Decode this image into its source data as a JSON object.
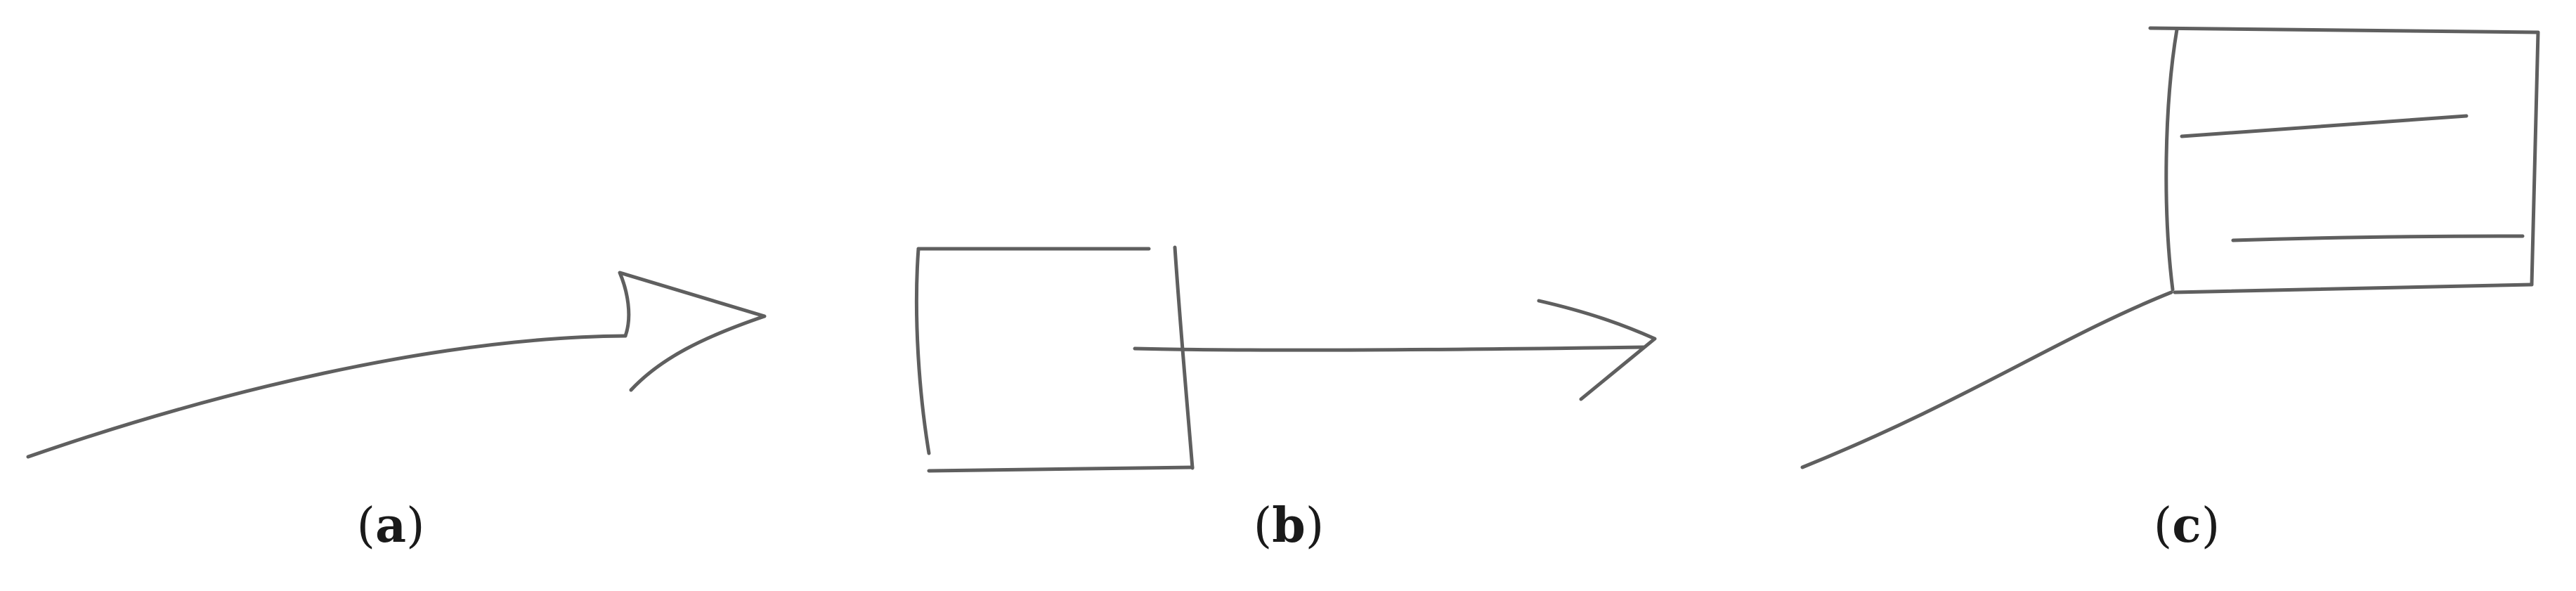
{
  "panels": [
    {
      "id": "a",
      "letter": "a"
    },
    {
      "id": "b",
      "letter": "b"
    },
    {
      "id": "c",
      "letter": "c"
    }
  ],
  "colors": {
    "stroke": "#5f5f5f",
    "caption": "#1a1a1a"
  }
}
